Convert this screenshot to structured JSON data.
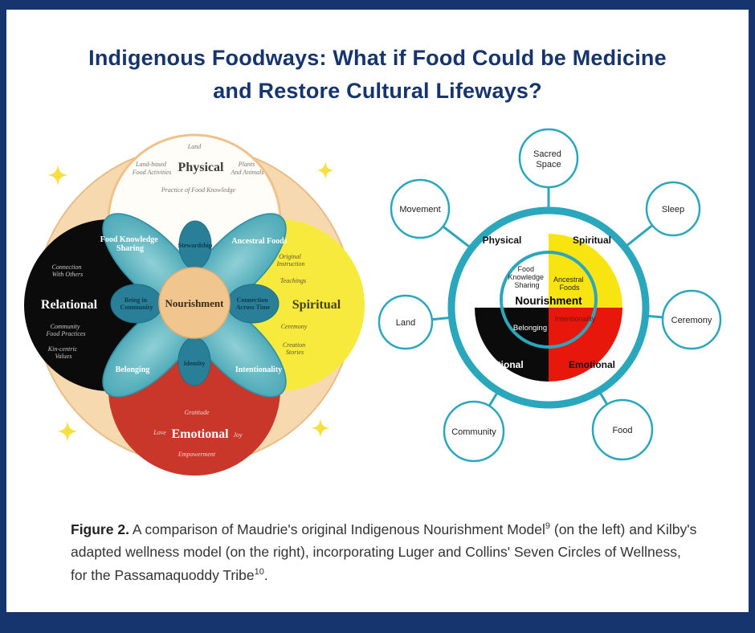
{
  "page": {
    "title_line1": "Indigenous Foodways: What if Food Could be Medicine",
    "title_line2": "and Restore Cultural Lifeways?"
  },
  "colors": {
    "navy": "#16356f",
    "teal": "#2aa7bd",
    "petal_teal": "#55aebb",
    "venn_yellow": "#f8ea3d",
    "venn_red": "#c9362a",
    "wheel_yellow": "#f8e411",
    "wheel_red": "#e8170b",
    "black": "#0b0b0b",
    "tan_backing": "#f6d9ae",
    "tan_center": "#f1c68e"
  },
  "venn": {
    "center": "Nourishment",
    "physical": {
      "title": "Physical",
      "top": "Land",
      "left": [
        "Land-based",
        "Food Activities"
      ],
      "right": [
        "Plants",
        "And Animals"
      ],
      "bottom": "Practice of Food Knowledge"
    },
    "relational": {
      "title": "Relational",
      "items": [
        [
          "Connection",
          "With Others"
        ],
        [
          "Community",
          "Food Practices"
        ],
        [
          "Kin-centric",
          "Values"
        ]
      ]
    },
    "spiritual": {
      "title": "Spiritual",
      "item1": [
        "Original",
        "Instruction"
      ],
      "item2": "Teachings",
      "item3": "Ceremony",
      "item4": [
        "Creation",
        "Stories"
      ]
    },
    "emotional": {
      "title": "Emotional",
      "items": [
        "Gratitude",
        "Love",
        "Joy",
        "Empowerment"
      ]
    },
    "petals": {
      "top_left": [
        "Food Knowledge",
        "Sharing"
      ],
      "top_right": "Ancestral Foods",
      "bottom_left": "Belonging",
      "bottom_right": "Intentionality"
    },
    "overlaps": {
      "top": "Stewardship",
      "left": [
        "Being in",
        "Community"
      ],
      "right": [
        "Connection",
        "Across Time"
      ],
      "bottom": "Identity"
    }
  },
  "wheel": {
    "center": "Nourishment",
    "quadrants": {
      "top_left": "Physical",
      "top_right": "Spiritual",
      "bottom_left": "Relational",
      "bottom_right": "Emotional"
    },
    "inner": {
      "top_left": [
        "Food",
        "Knowledge",
        "Sharing"
      ],
      "top_right": [
        "Ancestral",
        "Foods"
      ],
      "bottom_left": "Belonging",
      "bottom_right": "Intentionality"
    },
    "satellites": {
      "top": [
        "Sacred",
        "Space"
      ],
      "top_right": "Sleep",
      "right": "Ceremony",
      "bottom_right": "Food",
      "bottom_left": "Community",
      "left": "Land",
      "top_left": "Movement"
    }
  },
  "caption": {
    "label": "Figure 2.",
    "part1": " A comparison of Maudrie's original Indigenous Nourishment Model",
    "sup1": "9",
    "part2": " (on the left) and Kilby's adapted wellness model (on the right), incorporating Luger and Collins' Seven Circles of Wellness, for the Passamaquoddy Tribe",
    "sup2": "10",
    "part3": "."
  }
}
